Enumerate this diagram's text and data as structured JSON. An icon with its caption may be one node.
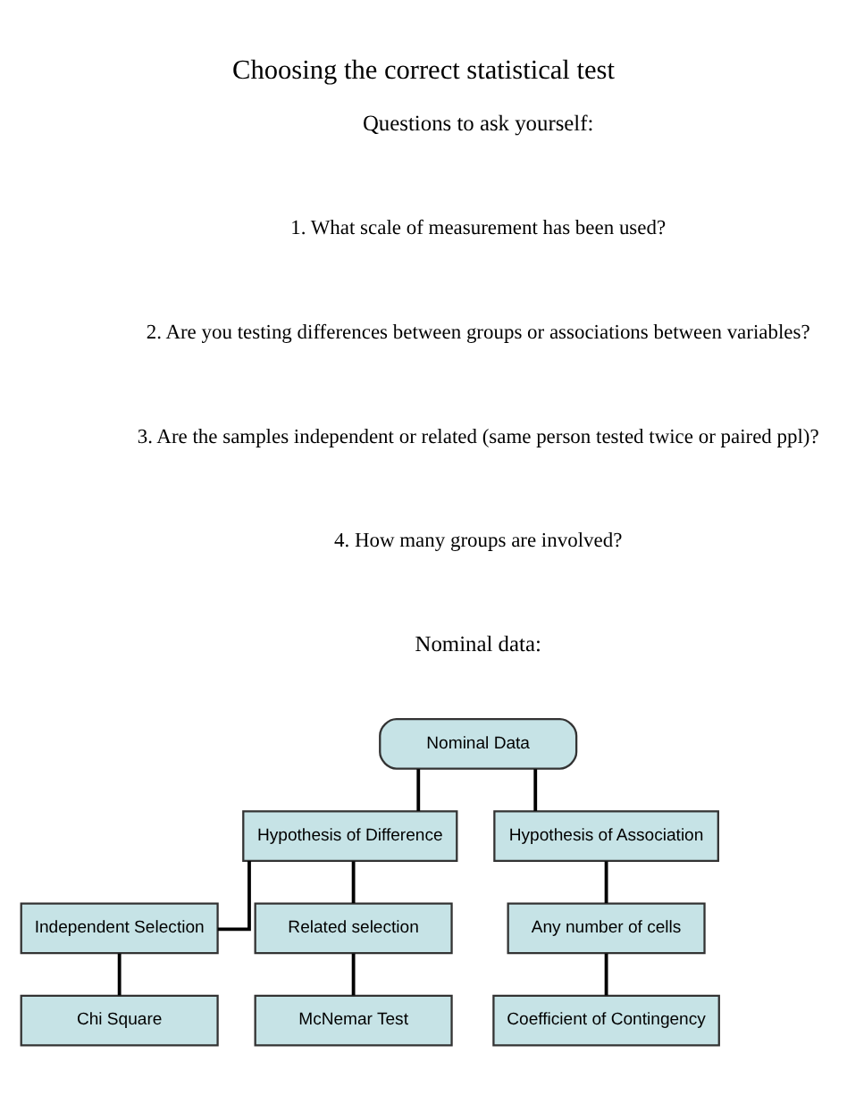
{
  "diagram": {
    "title": "Choosing the correct statistical test",
    "nodes": [
      {
        "text": [
          "Nominal Data"
        ]
      },
      {
        "text": [
          "Hypothesis of Difference"
        ]
      },
      {
        "text": [
          "Hypothesis of Association"
        ]
      },
      {
        "text": [
          "Independent Selection"
        ]
      },
      {
        "text": [
          "Related selection"
        ]
      },
      {
        "text": [
          "Any number of cells"
        ]
      },
      {
        "text": [
          "Chi Square"
        ]
      },
      {
        "text": [
          "McNemar Test"
        ]
      },
      {
        "text": [
          "Coefficient of Contingency"
        ]
      }
    ],
    "edges": [
      {
        "from": 0,
        "to": 1,
        "arrow": "none"
      },
      {
        "from": 0,
        "to": 2,
        "arrow": "none"
      },
      {
        "from": 1,
        "to": 3,
        "arrow": "none"
      },
      {
        "from": 1,
        "to": 4,
        "arrow": "none"
      },
      {
        "from": 2,
        "to": 5,
        "arrow": "none"
      },
      {
        "from": 3,
        "to": 6,
        "arrow": "none"
      },
      {
        "from": 4,
        "to": 7,
        "arrow": "none"
      },
      {
        "from": 5,
        "to": 8,
        "arrow": "none"
      }
    ],
    "labels": [
      "Questions to ask yourself:",
      "1. What scale of measurement has been used?",
      "2. Are you testing differences between groups or associations between variables?",
      "3. Are the samples independent or related (same person tested twice or paired ppl)?",
      "4. How many groups are involved?",
      "Nominal data:"
    ]
  }
}
